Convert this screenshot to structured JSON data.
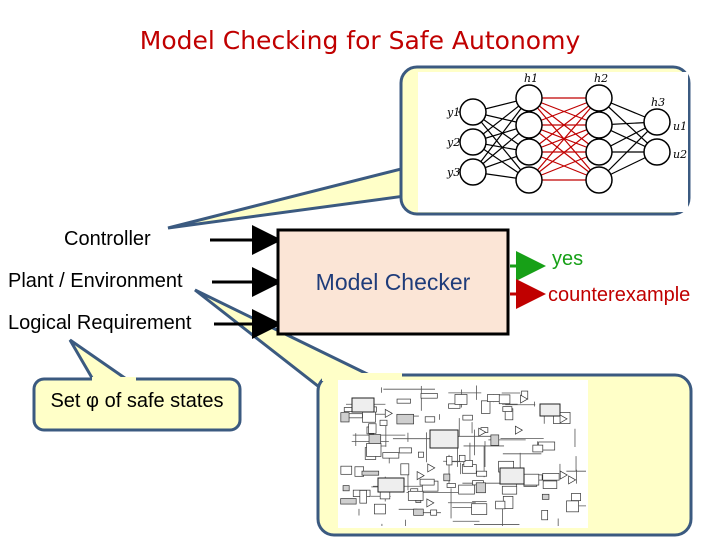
{
  "title": "Model Checking for Safe Autonomy",
  "inputs": {
    "controller": "Controller",
    "plant": "Plant / Environment",
    "requirement": "Logical Requirement"
  },
  "model_checker": "Model Checker",
  "outputs": {
    "yes": "yes",
    "counterexample": "counterexample"
  },
  "safe_states_callout": {
    "prefix": "Set",
    "symbol": "φ",
    "suffix": "of safe states"
  },
  "neural_net": {
    "top_labels": [
      "h1",
      "h2",
      "h3"
    ],
    "input_labels": [
      "y1",
      "y2",
      "y3"
    ],
    "output_labels": [
      "u1",
      "u2"
    ]
  },
  "colors": {
    "title": "#c00000",
    "callout_fill": "#ffffc8",
    "callout_border": "#3b5a80",
    "model_checker_fill": "#fbe5d6",
    "yes_arrow": "#17a017",
    "counterexample_arrow": "#c00000"
  }
}
